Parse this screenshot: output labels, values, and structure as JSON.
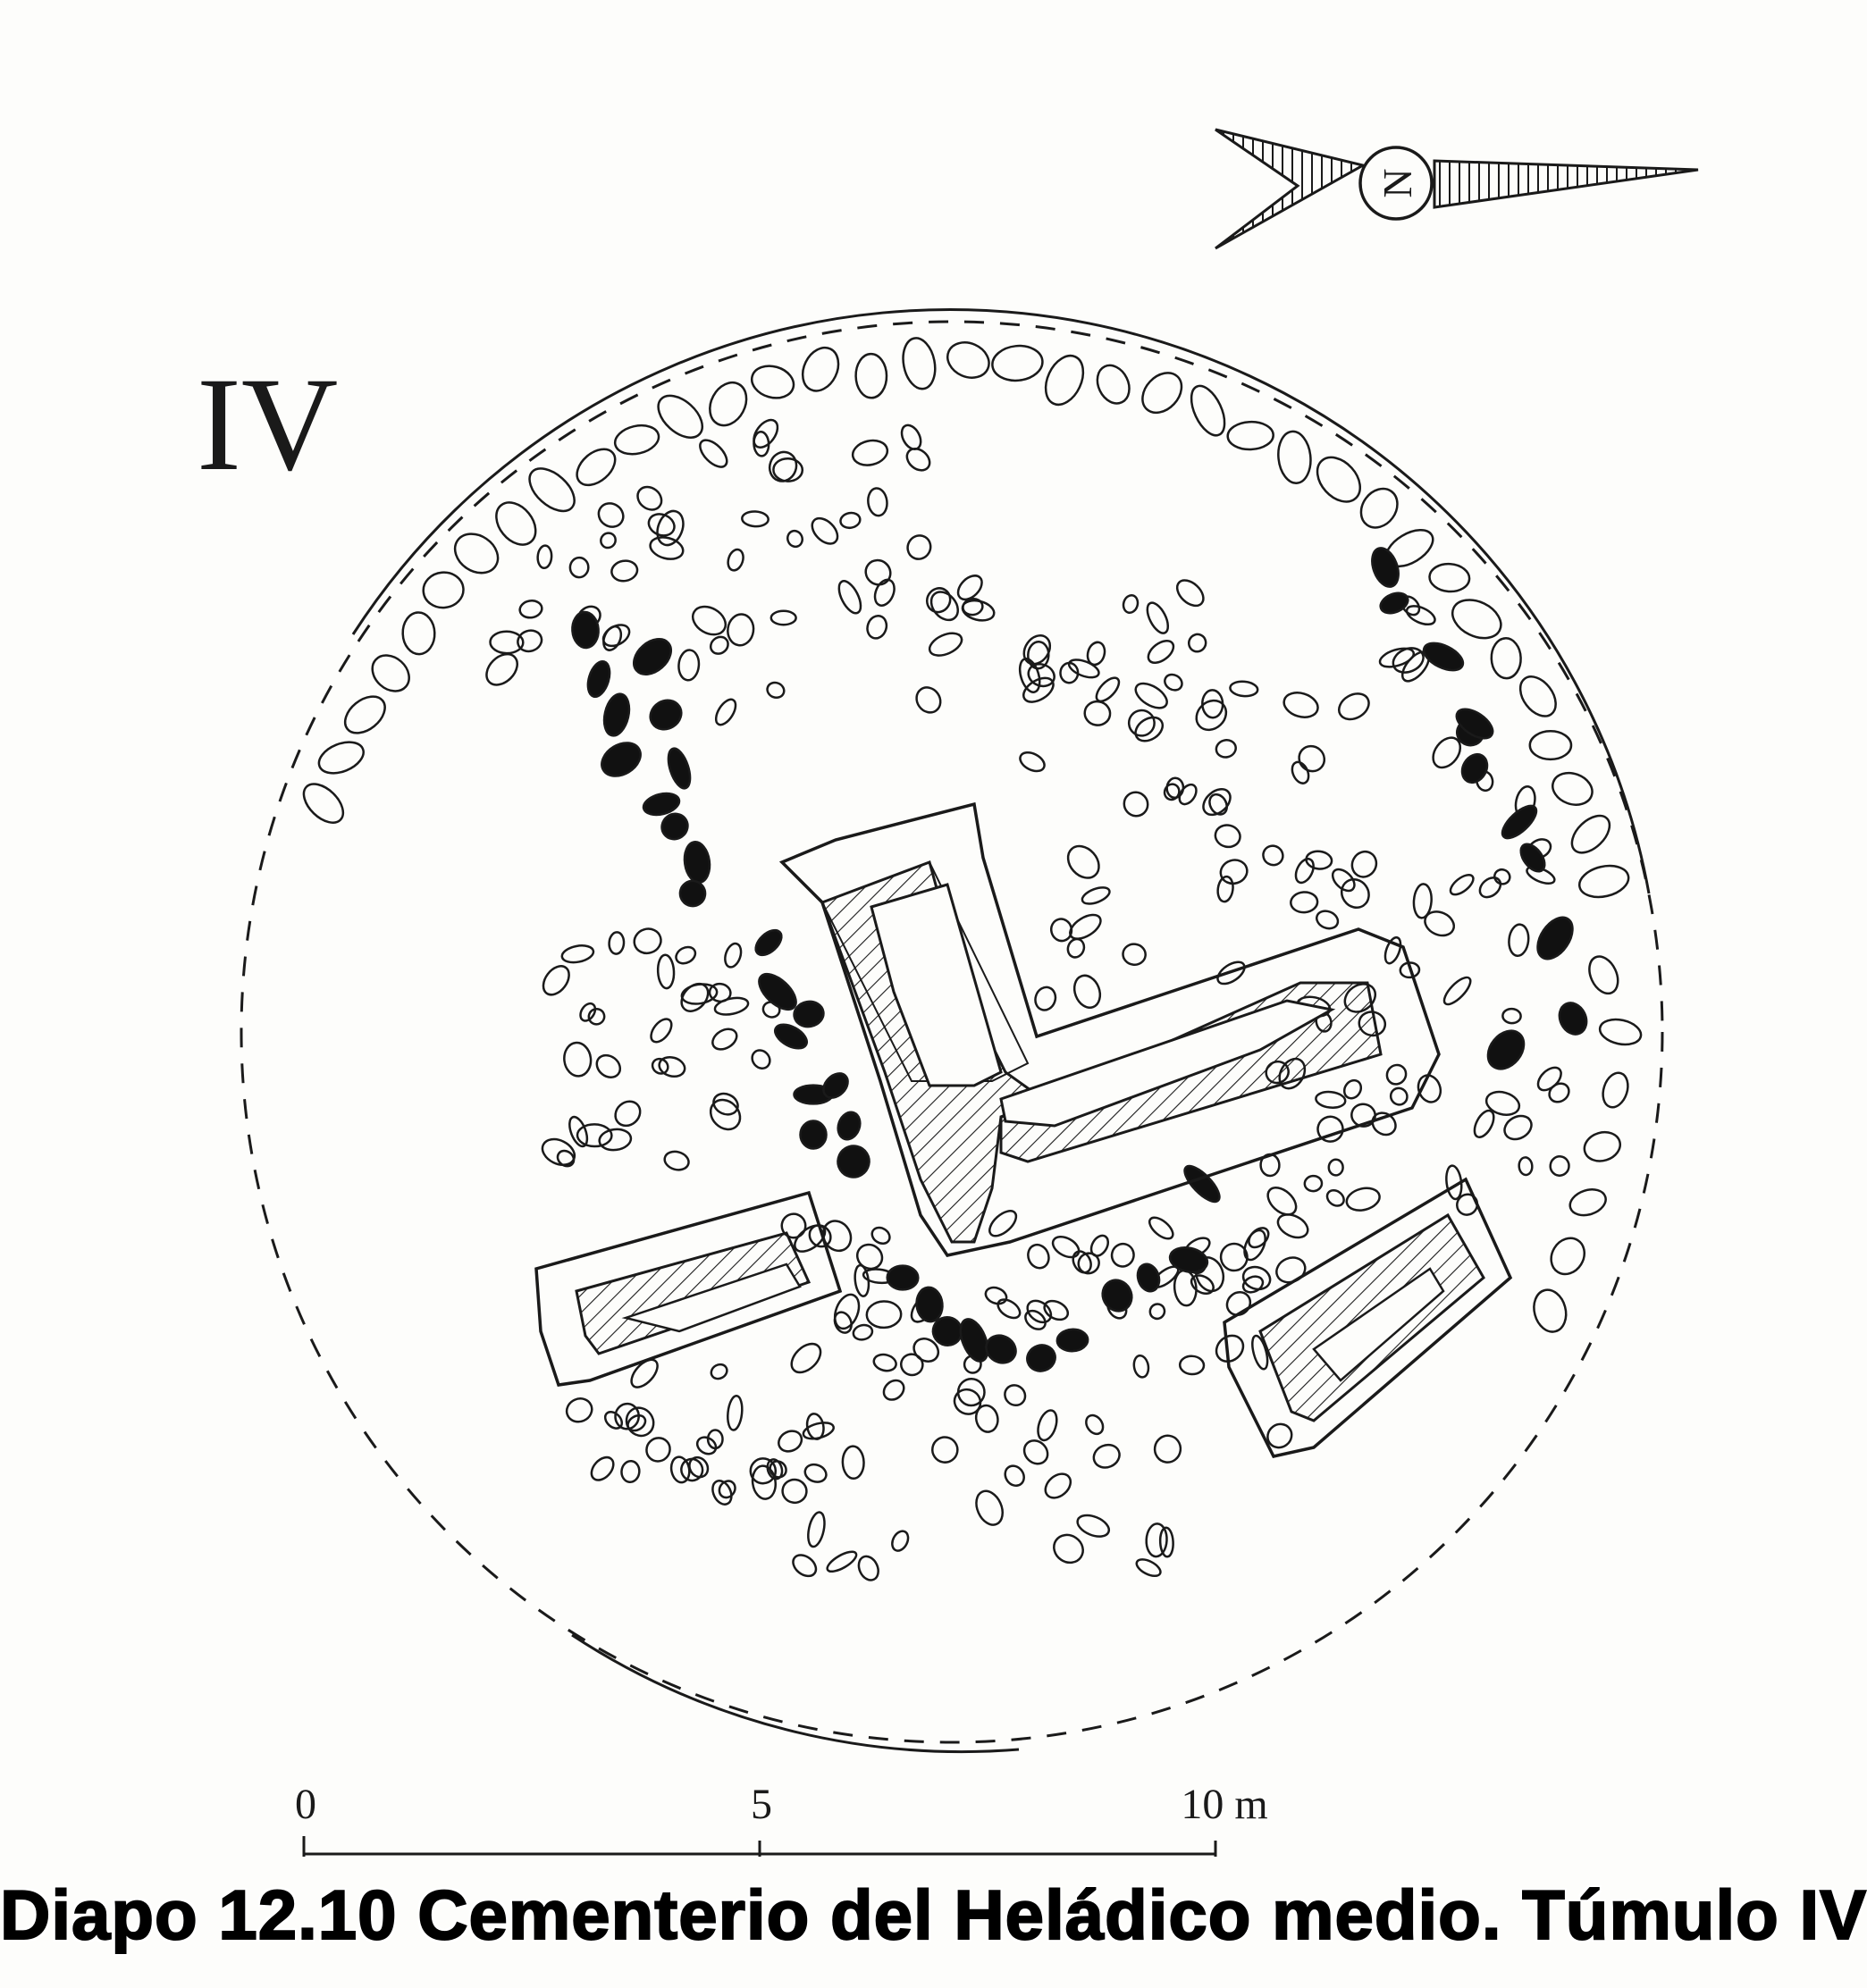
{
  "plan": {
    "label": "IV",
    "north_letter": "N"
  },
  "scale": {
    "ticks": [
      "0",
      "5",
      "10 m"
    ]
  },
  "caption": "Diapo 12.10 Cementerio del Heládico medio. Túmulo IV"
}
